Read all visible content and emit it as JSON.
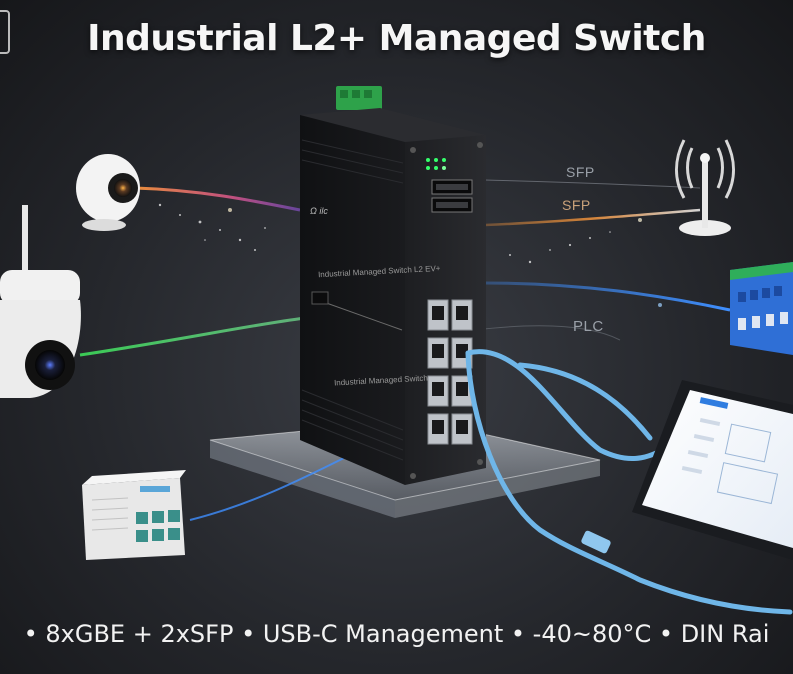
{
  "title": "Industrial L2+ Managed Switch",
  "footer": "• 8xGBE + 2xSFP • USB-C Management • -40~80°C • DIN Rai",
  "labels": {
    "sfp_top": "SFP",
    "sfp_bottom": "SFP",
    "plc": "PLC"
  },
  "switch": {
    "logo": "Ω ilc",
    "label_upper": "Industrial Managed Switch L2 EV+",
    "label_lower": "Industrial Managed Switch",
    "ports": 8,
    "sfp_slots": 2
  },
  "colors": {
    "accent_blue": "#3f8fff",
    "cable_blue": "#6fb6e8",
    "beam_green": "#3ddc5a",
    "beam_orange": "#ff9a3c",
    "beam_purple": "#a45cff"
  },
  "icons": [
    "dome-camera-icon",
    "ptz-camera-icon",
    "wireless-antenna-icon",
    "plc-module-icon",
    "io-module-icon",
    "tablet-icon"
  ]
}
